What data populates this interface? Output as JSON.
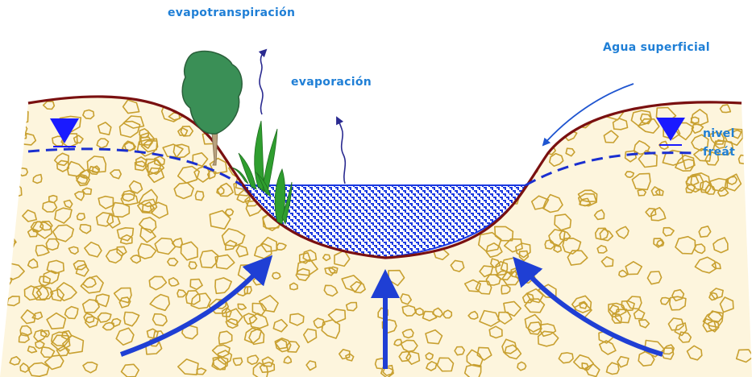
{
  "labels": {
    "evapotranspiration": "evapotranspiración",
    "evaporation": "evaporación",
    "surface_water": "Agua superficial",
    "water_table_line1": "nivel",
    "water_table_line2": "freát"
  },
  "colors": {
    "label_text": "#1f7fd6",
    "ground_surface": "#7a1010",
    "water_table_dash": "#1a2fd0",
    "water_fill": "#1a38e0",
    "groundwater_arrow": "#1f3fd4",
    "surface_water_arrow": "#1f55d0",
    "pebble_stroke": "#c8a030",
    "soil_fill": "#fdf5dd",
    "tree_canopy": "#3a8f56",
    "tree_trunk": "#b9a27e",
    "reeds": "#2f9e2f",
    "vapor_arrow": "#2a2a90",
    "water_table_marker": "#1a1aff"
  },
  "icons": [
    "water-table-marker-icon",
    "tree-icon",
    "reed-plants-icon",
    "vapor-arrow-icon",
    "groundwater-arrow-icon",
    "surface-water-arrow-icon"
  ]
}
